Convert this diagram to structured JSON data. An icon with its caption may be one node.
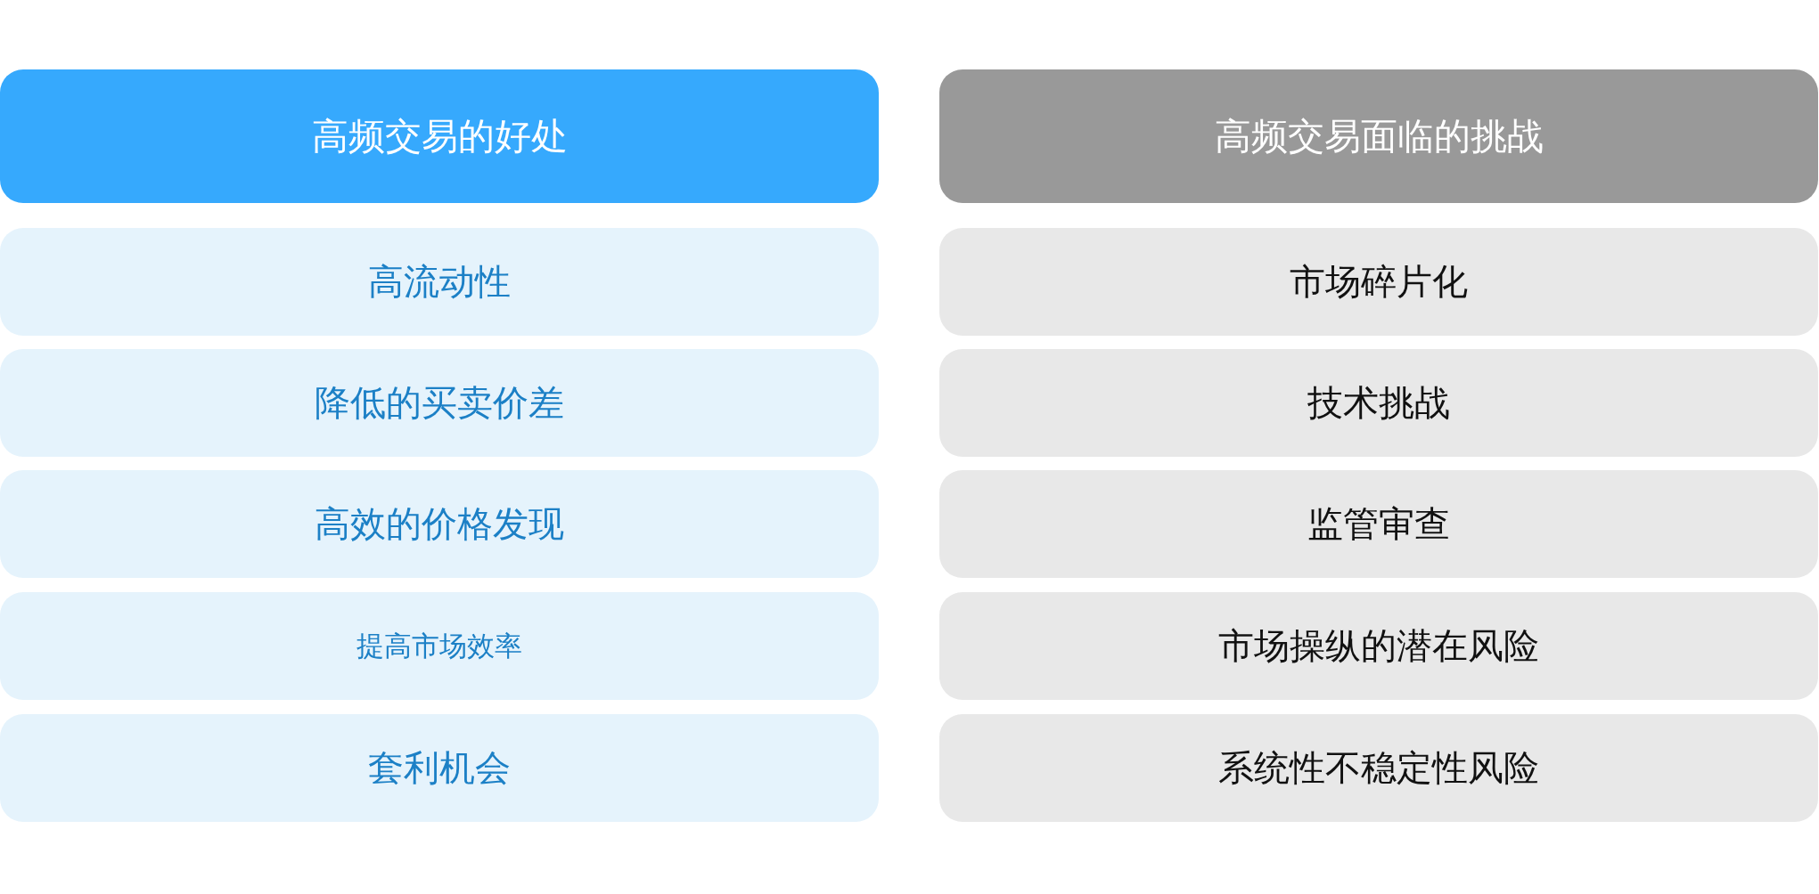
{
  "diagram": {
    "nodes": [
      {
        "text": [
          "高频交易的好处"
        ]
      },
      {
        "text": [
          "高流动性"
        ]
      },
      {
        "text": [
          "降低的买卖价差"
        ]
      },
      {
        "text": [
          "高效的价格发现"
        ]
      },
      {
        "text": [
          "提高市场效率"
        ]
      },
      {
        "text": [
          "套利机会"
        ]
      },
      {
        "text": [
          "高频交易面临的挑战"
        ]
      },
      {
        "text": [
          "市场碎片化"
        ]
      },
      {
        "text": [
          "技术挑战"
        ]
      },
      {
        "text": [
          "监管审查"
        ]
      },
      {
        "text": [
          "市场操纵的潜在风险"
        ]
      },
      {
        "text": [
          "系统性不稳定性风险"
        ]
      }
    ]
  }
}
